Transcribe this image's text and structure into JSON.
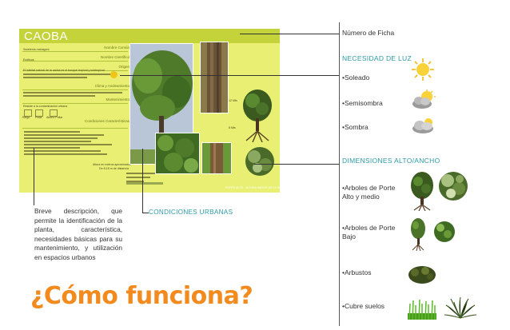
{
  "sheet": {
    "title": "CAOBA",
    "fields": {
      "nombre_comun": "Nombre Común",
      "nombre_cientifico": "Nombre Científico",
      "origen": "Origen",
      "clima": "Clima y Asoleamiento",
      "mantenimiento": "Mantenimiento",
      "condiciones": "Condiciones Características"
    },
    "rows": {
      "r1": "Swietenia mahagoni",
      "r2": "Exóticos",
      "r3": "El hábitat natural de la caoba es el bosque tropical y subtropical",
      "r4": "Resiste a la contaminación urbana",
      "r5": "Riego",
      "r6": "Poda",
      "r7": "Abono Foliar",
      "r8": "Altura en metros aproximados",
      "r9": "De 8-18 m de distancia",
      "footer": "PORTE ALTO · ALTURA MAYOR DE 12 M"
    },
    "scale": {
      "s1": "12 Mts",
      "s2": "8 Mts"
    }
  },
  "right": {
    "numero_ficha": "Número de Ficha",
    "necesidad_luz": "NECESIDAD DE LUZ",
    "soleado": "•Soleado",
    "semisombra": "•Semisombra",
    "sombra": "•Sombra",
    "dimensiones": "DIMENSIONES ALTO/ANCHO",
    "porte_alto": "•Arboles de Porte Alto y medio",
    "porte_bajo": "•Arboles de Porte Bajo",
    "arbustos": "•Arbustos",
    "cubre_suelos": "•Cubre suelos"
  },
  "bottom": {
    "descripcion": "Breve descripción, que permite la identificación de la planta, característica, necesidades básicas para su mantenimiento, y utilización en espacios urbanos",
    "condiciones_urbanas": "CONDICIONES URBANAS",
    "title": "¿Cómo funciona?"
  },
  "colors": {
    "accent_teal": "#2e9aa8",
    "title_orange": "#f28a1e",
    "sheet_yellow": "#e8ef72",
    "sheet_header": "#c4d33a"
  }
}
